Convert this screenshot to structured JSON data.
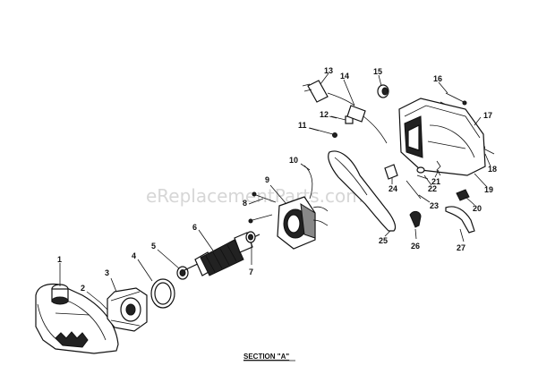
{
  "watermark": "eReplacementParts.com",
  "section_title": "SECTION \"A\"",
  "callouts": [
    "1",
    "2",
    "3",
    "4",
    "5",
    "6",
    "7",
    "8",
    "9",
    "10",
    "11",
    "12",
    "13",
    "14",
    "15",
    "16",
    "17",
    "18",
    "19",
    "20",
    "21",
    "22",
    "23",
    "24",
    "25",
    "26",
    "27"
  ]
}
